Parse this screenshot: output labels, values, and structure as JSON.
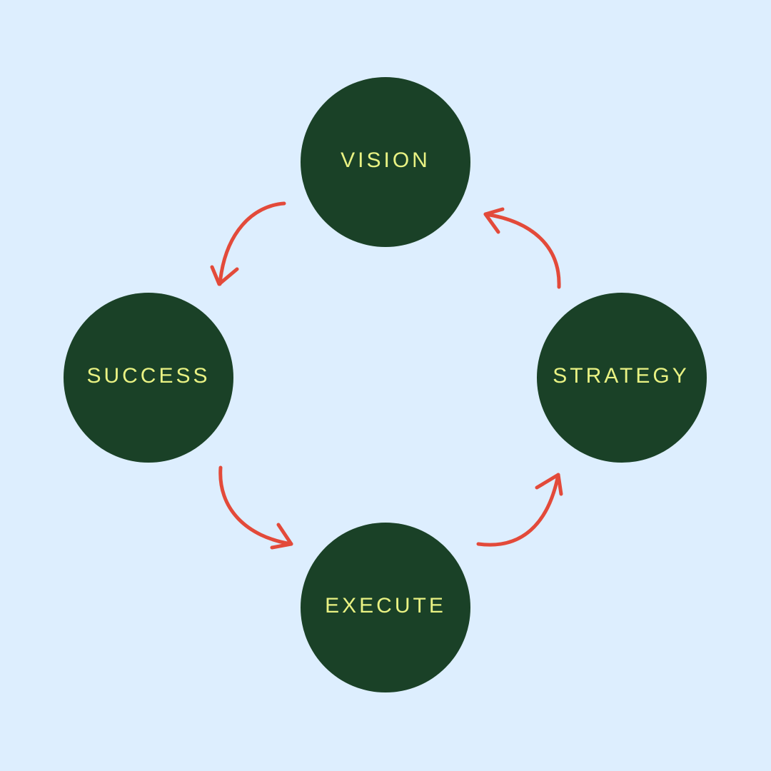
{
  "colors": {
    "background": "#ddeefe",
    "node_fill": "#1a4127",
    "label_text": "#e9f283",
    "arrow": "#e34a3a"
  },
  "nodes": [
    {
      "id": "vision",
      "label": "VISION"
    },
    {
      "id": "success",
      "label": "SUCCESS"
    },
    {
      "id": "strategy",
      "label": "STRATEGY"
    },
    {
      "id": "execute",
      "label": "EXECUTE"
    }
  ],
  "edges": [
    {
      "from": "vision",
      "to": "success"
    },
    {
      "from": "success",
      "to": "execute"
    },
    {
      "from": "execute",
      "to": "strategy"
    },
    {
      "from": "strategy",
      "to": "vision"
    }
  ]
}
